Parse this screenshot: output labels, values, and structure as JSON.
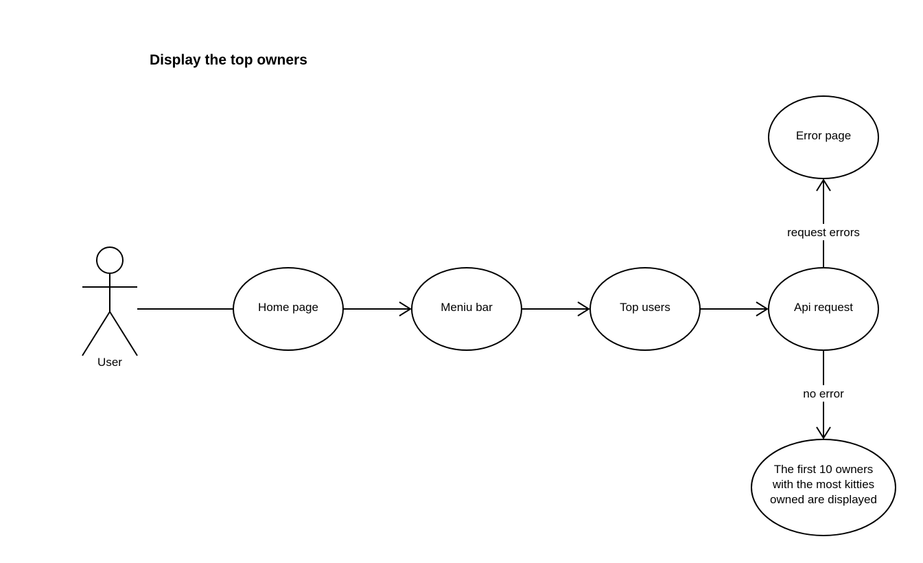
{
  "title": "Display the top owners",
  "actor": {
    "label": "User"
  },
  "nodes": {
    "home": "Home page",
    "menu": "Meniu bar",
    "top_users": "Top users",
    "api": "Api request",
    "error": "Error page",
    "result": [
      "The first 10 owners",
      "with the most kitties",
      "owned are displayed"
    ]
  },
  "edges": {
    "request_errors": "request errors",
    "no_error": "no error"
  }
}
